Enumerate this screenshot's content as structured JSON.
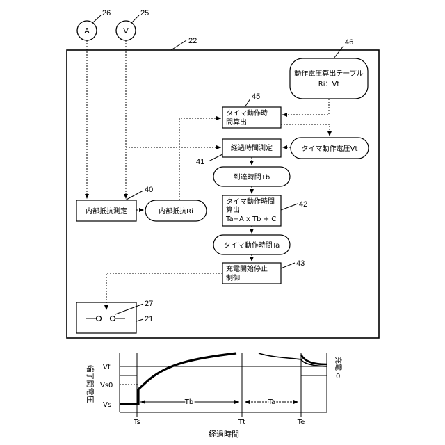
{
  "refs": {
    "r26": "26",
    "r25": "25",
    "r22": "22",
    "r46": "46",
    "r45": "45",
    "r41": "41",
    "r40": "40",
    "r42": "42",
    "r43": "43",
    "r27": "27",
    "r21": "21"
  },
  "meters": {
    "ammeter": "A",
    "voltmeter": "V"
  },
  "boxes": {
    "table_line1": "動作電圧算出テーブル",
    "table_line2": "Ri：Vt",
    "timer_calc_line1": "タイマ動作時",
    "timer_calc_line2": "間算出",
    "elapsed_measure": "経過時間測定",
    "timer_voltage": "タイマ動作電圧Vt",
    "arrival_time": "到達時間Tb",
    "internal_measure": "内部抵抗測定",
    "internal_res": "内部抵抗Ri",
    "calc_line1": "タイマ動作時間",
    "calc_line2": "算出",
    "calc_line3": "Ta=A x Tb + C",
    "timer_time": "タイマ動作時間Ta",
    "charge_line1": "充電開始停止",
    "charge_line2": "制御"
  },
  "graph": {
    "y_axis_label": "端子間電圧",
    "right_label": "充電",
    "right_zero": "0",
    "y_ticks": [
      "Vf",
      "Vs0",
      "Vs"
    ],
    "x_ticks": [
      "Ts",
      "Tt",
      "Te"
    ],
    "span_tb": "Tb",
    "span_ta": "Ta",
    "x_axis_label": "経過時間"
  }
}
